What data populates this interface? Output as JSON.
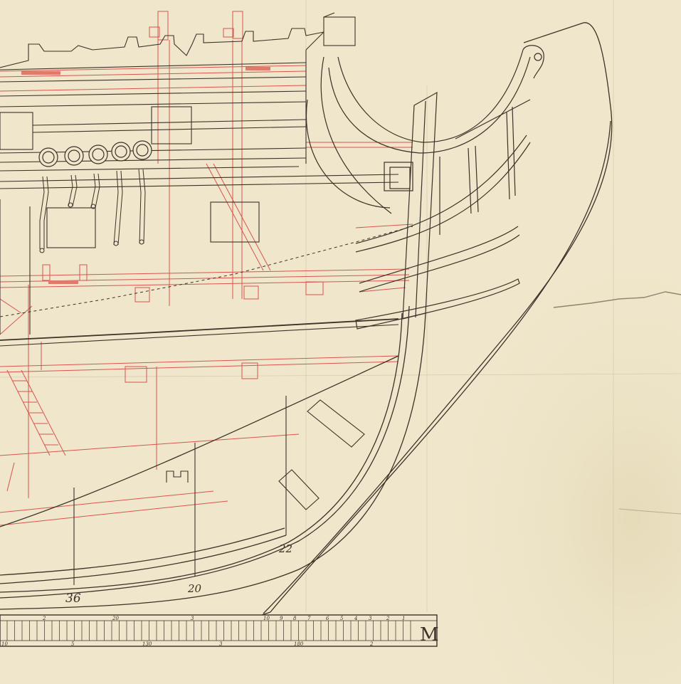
{
  "drawing": {
    "paper_color": "#efe6cb",
    "ink_color": "#3b3228",
    "red_ink_color": "#d9544d",
    "fill_red": "#e07a6a",
    "frame_labels": {
      "frame_22": "22",
      "frame_20": "20",
      "frame_36": "36"
    },
    "scale_bar": {
      "end_mark": "M",
      "upper_numbers": [
        "2",
        "20",
        "3",
        "10",
        "9",
        "8",
        "7",
        "6",
        "5",
        "4",
        "3",
        "2",
        "1"
      ],
      "lower_numbers": [
        "10",
        "5",
        "130",
        "3",
        "180",
        "2"
      ]
    }
  }
}
